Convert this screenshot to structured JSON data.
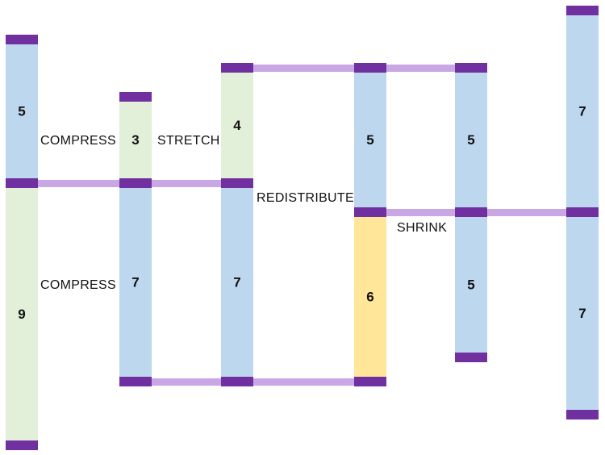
{
  "colors": {
    "blue": "#bdd7ee",
    "green": "#e2f0d9",
    "yellow": "#ffe699",
    "cap": "#7030a0",
    "connector": "#c9a6e4",
    "text": "#111111"
  },
  "segments": [
    {
      "id": "c1-top",
      "value": "5",
      "color": "blue"
    },
    {
      "id": "c1-bot",
      "value": "9",
      "color": "green"
    },
    {
      "id": "c2-top",
      "value": "3",
      "color": "green"
    },
    {
      "id": "c2-bot",
      "value": "7",
      "color": "blue"
    },
    {
      "id": "c3-top",
      "value": "4",
      "color": "green"
    },
    {
      "id": "c3-bot",
      "value": "7",
      "color": "blue"
    },
    {
      "id": "c4-top",
      "value": "5",
      "color": "blue"
    },
    {
      "id": "c4-bot",
      "value": "6",
      "color": "yellow"
    },
    {
      "id": "c5-top",
      "value": "5",
      "color": "blue"
    },
    {
      "id": "c5-bot",
      "value": "5",
      "color": "blue"
    },
    {
      "id": "c6-top",
      "value": "7",
      "color": "blue"
    },
    {
      "id": "c6-bot",
      "value": "7",
      "color": "blue"
    }
  ],
  "operations": [
    "COMPRESS",
    "STRETCH",
    "COMPRESS",
    "REDISTRIBUTE",
    "SHRINK"
  ]
}
